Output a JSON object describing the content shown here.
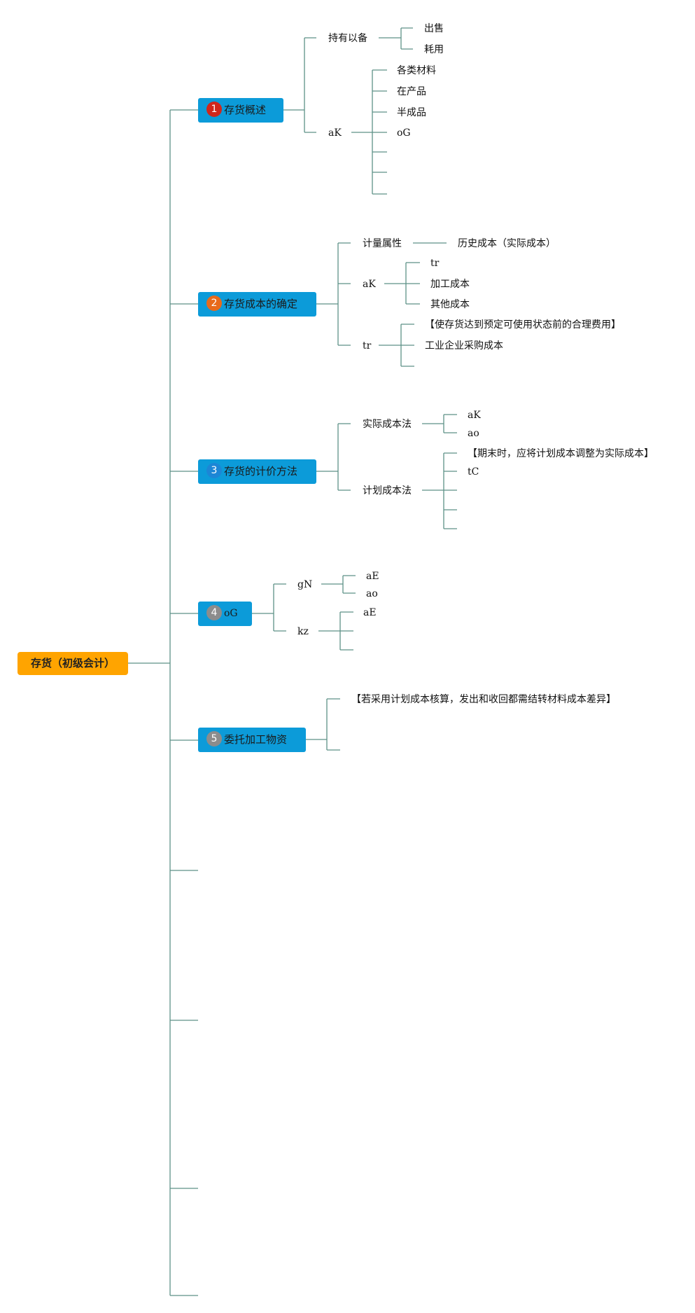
{
  "root": {
    "label": "存货（初级会计）"
  },
  "topics": [
    {
      "num": "1",
      "num_color": "#d0261c",
      "label": "存货概述"
    },
    {
      "num": "2",
      "num_color": "#e86a1b",
      "label": "存货成本的确定"
    },
    {
      "num": "3",
      "num_color": "#1c86d6",
      "label": "存货的计价方法"
    },
    {
      "num": "4",
      "num_color": "#8c8c8c",
      "label": "oG"
    },
    {
      "num": "5",
      "num_color": "#8c8c8c",
      "label": "委托加工物资"
    }
  ],
  "t1": {
    "holding": "持有以备",
    "holding_children": [
      "出售",
      "耗用"
    ],
    "ak": "aK",
    "ak_children": [
      "各类材料",
      "在产品",
      "半成品",
      "oG"
    ]
  },
  "t2": {
    "measure": "计量属性",
    "measure_child": "历史成本（实际成本）",
    "ak": "aK",
    "ak_children": [
      "tr",
      "加工成本",
      "其他成本"
    ],
    "tr": "tr",
    "tr_children": [
      "【使存货达到预定可使用状态前的合理费用】",
      "工业企业采购成本"
    ]
  },
  "t3": {
    "actual": "实际成本法",
    "actual_children": [
      "aK",
      "ao"
    ],
    "plan": "计划成本法",
    "plan_children": [
      "【期末时，应将计划成本调整为实际成本】",
      "tC"
    ]
  },
  "t4": {
    "gn": "gN",
    "gn_children": [
      "aE",
      "ao"
    ],
    "kz": "kz",
    "kz_children": [
      "aE"
    ]
  },
  "t5": {
    "child": "【若采用计划成本核算，发出和收回都需结转材料成本差异】"
  },
  "colors": {
    "line": "#5d9187",
    "root": "#ffa400",
    "topic": "#0c9bd9"
  }
}
